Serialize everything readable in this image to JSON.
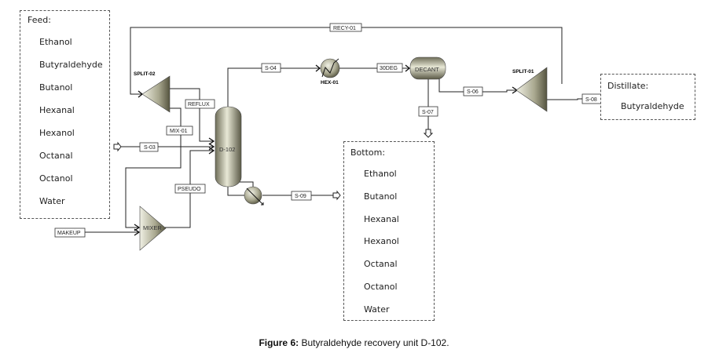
{
  "feed": {
    "title": "Feed:",
    "items": [
      "Ethanol",
      "Butyraldehyde",
      "Butanol",
      "Hexanal",
      "Hexanol",
      "Octanal",
      "Octanol",
      "Water"
    ]
  },
  "bottom": {
    "title": "Bottom:",
    "items": [
      "Ethanol",
      "Butanol",
      "Hexanal",
      "Hexanol",
      "Octanal",
      "Octanol",
      "Water"
    ]
  },
  "distillate": {
    "title": "Distillate:",
    "items": [
      "Butyraldehyde"
    ]
  },
  "blocks": {
    "split02": "SPLIT-02",
    "split01": "SPLIT-01",
    "column": "D-102",
    "hex": "HEX-01",
    "decant": "DECANT",
    "mixer": "MIXER"
  },
  "streams": {
    "recy": "RECY-01",
    "reflux": "REFLUX",
    "mix01": "MIX-01",
    "s03": "S-03",
    "pseudo": "PSEUDO",
    "makeup": "MAKEUP",
    "s04": "S-04",
    "deg30": "30DEG",
    "s07": "S-07",
    "s06": "S-06",
    "s08": "S-08",
    "s09": "S-09"
  },
  "caption": {
    "label": "Figure 6:",
    "text": " Butyraldehyde recovery unit D-102."
  }
}
